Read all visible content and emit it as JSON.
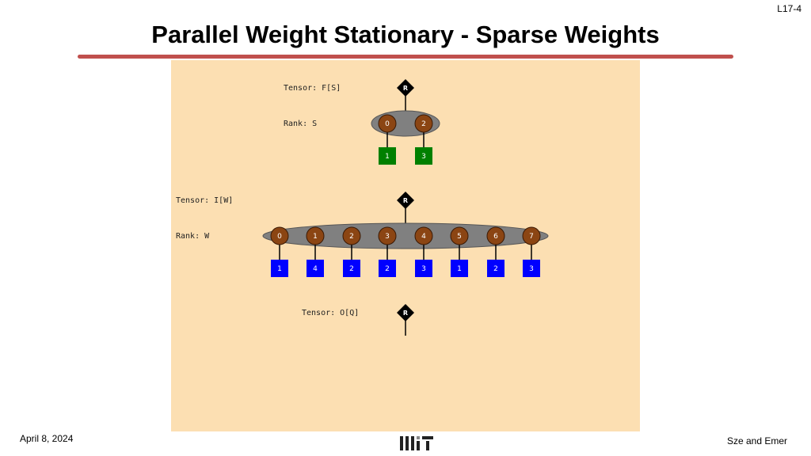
{
  "slide": {
    "number": "L17-4",
    "title": "Parallel Weight Stationary - Sparse Weights",
    "date": "April 8, 2024",
    "authors": "Sze and Emer",
    "rule_color": "#c0504d",
    "logo": "mit-logo"
  },
  "diagram": {
    "background_color": "#fcdfb2",
    "root_label": "R",
    "tensor_f": {
      "tensor_label": "Tensor: F[S]",
      "rank_label": "Rank: S",
      "coords": [
        "0",
        "2"
      ],
      "values": [
        "1",
        "3"
      ],
      "value_color": "#008000"
    },
    "tensor_i": {
      "tensor_label": "Tensor: I[W]",
      "rank_label": "Rank: W",
      "coords": [
        "0",
        "1",
        "2",
        "3",
        "4",
        "5",
        "6",
        "7"
      ],
      "values": [
        "1",
        "4",
        "2",
        "2",
        "3",
        "1",
        "2",
        "3"
      ],
      "value_color": "#0000ff"
    },
    "tensor_o": {
      "tensor_label": "Tensor: O[Q]"
    },
    "coord_color": "#8b4513",
    "fiber_color": "#808080"
  }
}
